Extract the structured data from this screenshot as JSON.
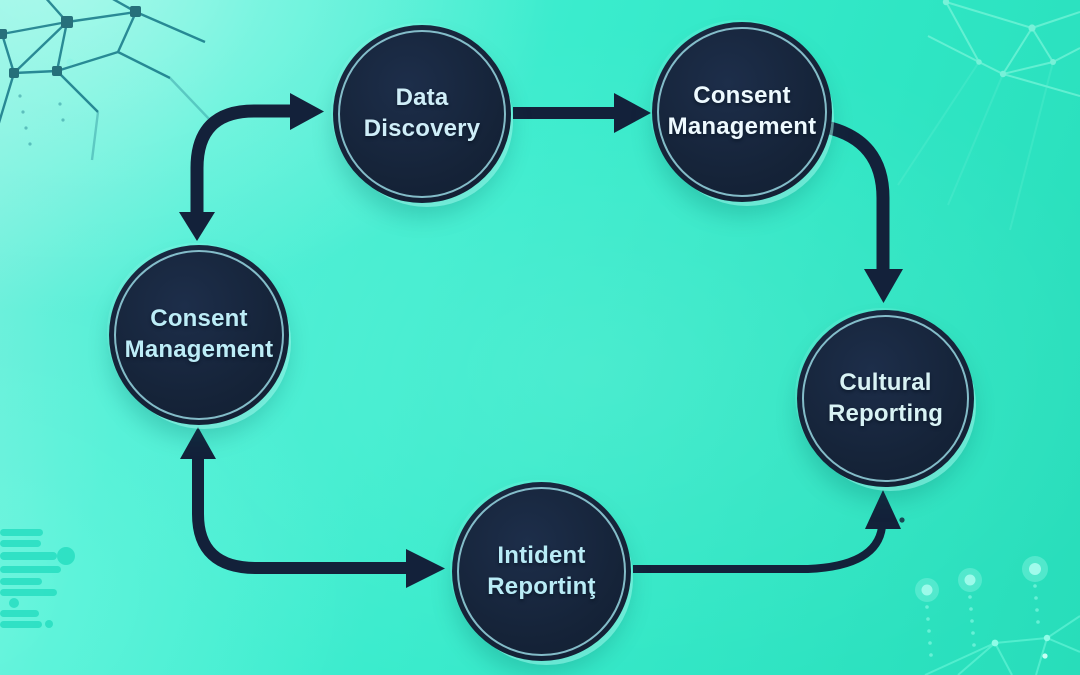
{
  "diagram": {
    "type": "cycle-flowchart",
    "title": "",
    "nodes": [
      {
        "id": "data-discovery",
        "label": "Data\nDiscovery"
      },
      {
        "id": "consent-management-top",
        "label": "Consent\nManagement"
      },
      {
        "id": "consent-management-left",
        "label": "Consent\nManagement"
      },
      {
        "id": "cultural-reporting",
        "label": "Cultural\nReporting"
      },
      {
        "id": "incident-reporting",
        "label": "Intident\nReportinţ"
      }
    ],
    "edges": [
      {
        "from": "consent-management-left",
        "to": "data-discovery",
        "style": "curved-elbow",
        "arrowheads": "both"
      },
      {
        "from": "data-discovery",
        "to": "consent-management-top",
        "style": "straight",
        "arrowheads": "end"
      },
      {
        "from": "consent-management-top",
        "to": "cultural-reporting",
        "style": "curved-elbow",
        "arrowheads": "end"
      },
      {
        "from": "consent-management-left",
        "to": "incident-reporting",
        "style": "curved-elbow",
        "arrowheads": "both"
      },
      {
        "from": "incident-reporting",
        "to": "cultural-reporting",
        "style": "curved-elbow-thin",
        "arrowheads": "end"
      }
    ],
    "colors": {
      "background_top_left": "#8ff3e4",
      "background_center": "#3fefd0",
      "background_bottom_right": "#27dcb9",
      "node_fill": "#152338",
      "node_ring": "#a3e8f1",
      "node_rim_highlight": "#a5fff3",
      "node_text_light_cyan": "#bdedf7",
      "node_text_white": "#eefaff",
      "arrow": "#13213a",
      "decor_network_dark": "#0e6f81",
      "decor_network_light": "#84f8dd",
      "decor_bars": "#29dfc2",
      "decor_glow_dot": "#a9fdef"
    }
  }
}
